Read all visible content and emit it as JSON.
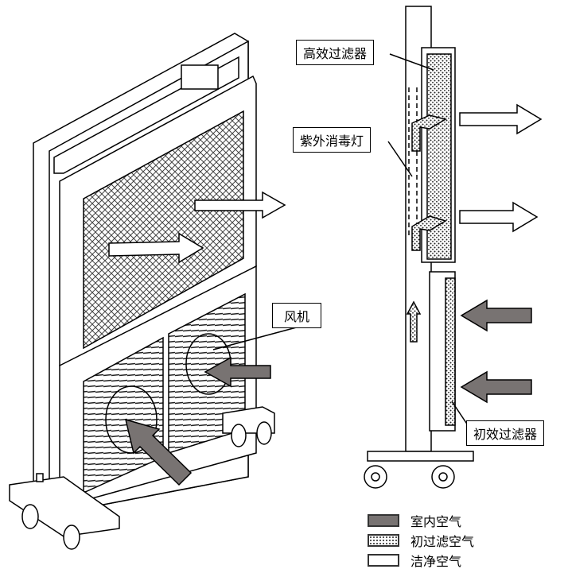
{
  "labels": {
    "hepa_filter": "高效过滤器",
    "uv_lamp": "紫外消毒灯",
    "fan": "风机",
    "primary_filter": "初效过滤器"
  },
  "legend": [
    {
      "label": "室内空气",
      "color": "#787372"
    },
    {
      "label": "初过滤空气",
      "pattern": "dotted"
    },
    {
      "label": "洁净空气",
      "color": "#ffffff"
    }
  ]
}
